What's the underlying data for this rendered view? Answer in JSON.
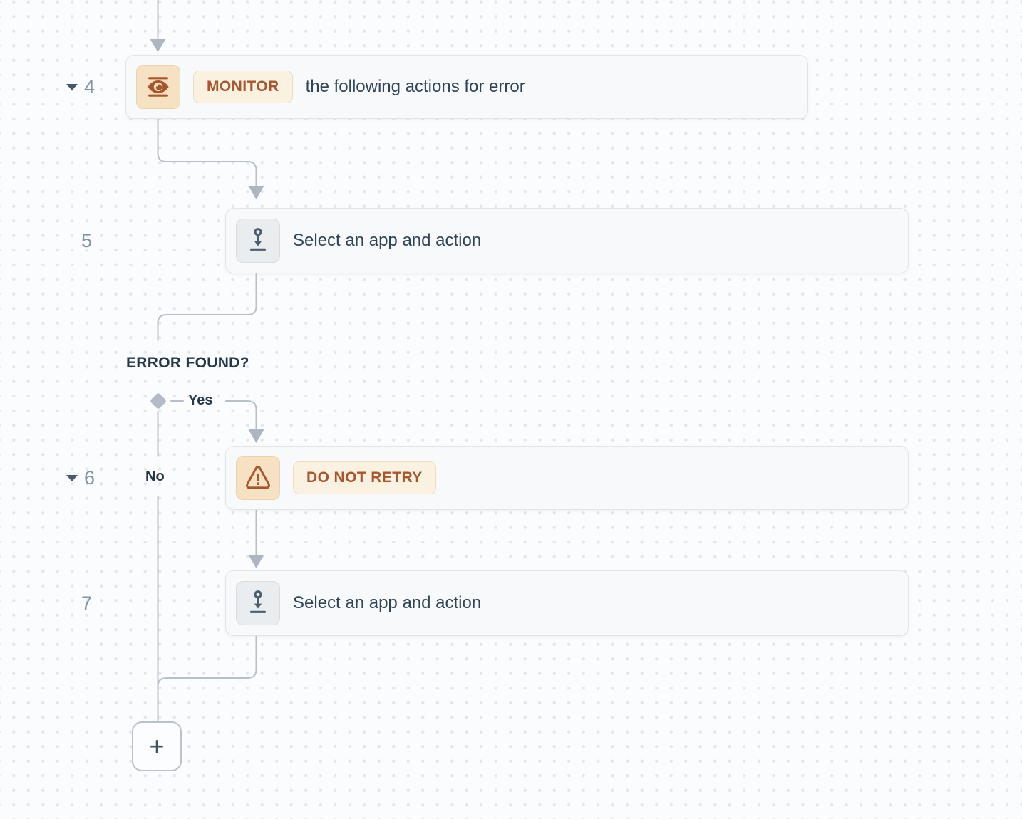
{
  "flow": {
    "steps": [
      {
        "number": "4",
        "collapsible": true,
        "icon": "eye-icon",
        "badge": "MONITOR",
        "text": "the following actions for error"
      },
      {
        "number": "5",
        "collapsible": false,
        "icon": "pin-action-icon",
        "badge": "",
        "text": "Select an app and action"
      },
      {
        "number": "6",
        "collapsible": true,
        "icon": "warning-icon",
        "badge": "DO NOT RETRY",
        "text": ""
      },
      {
        "number": "7",
        "collapsible": false,
        "icon": "pin-action-icon",
        "badge": "",
        "text": "Select an app and action"
      }
    ],
    "branch": {
      "question": "ERROR FOUND?",
      "yes": "Yes",
      "no": "No"
    },
    "add_button": "+"
  },
  "colors": {
    "accent_rust": "#a8562c",
    "accent_icon_bg": "#f6e2c2",
    "badge_bg": "#faf1e1",
    "card_bg": "#f7f9fb",
    "card_border": "#e0e5ea",
    "connector_line": "#b7c0c9",
    "arrowhead": "#adb6c0",
    "diamond": "#b3bcc6",
    "text_dark": "#2f4456",
    "step_number": "#8294a3",
    "canvas_bg": "#fbfcfd",
    "grid_dot": "#e3e6ea"
  }
}
